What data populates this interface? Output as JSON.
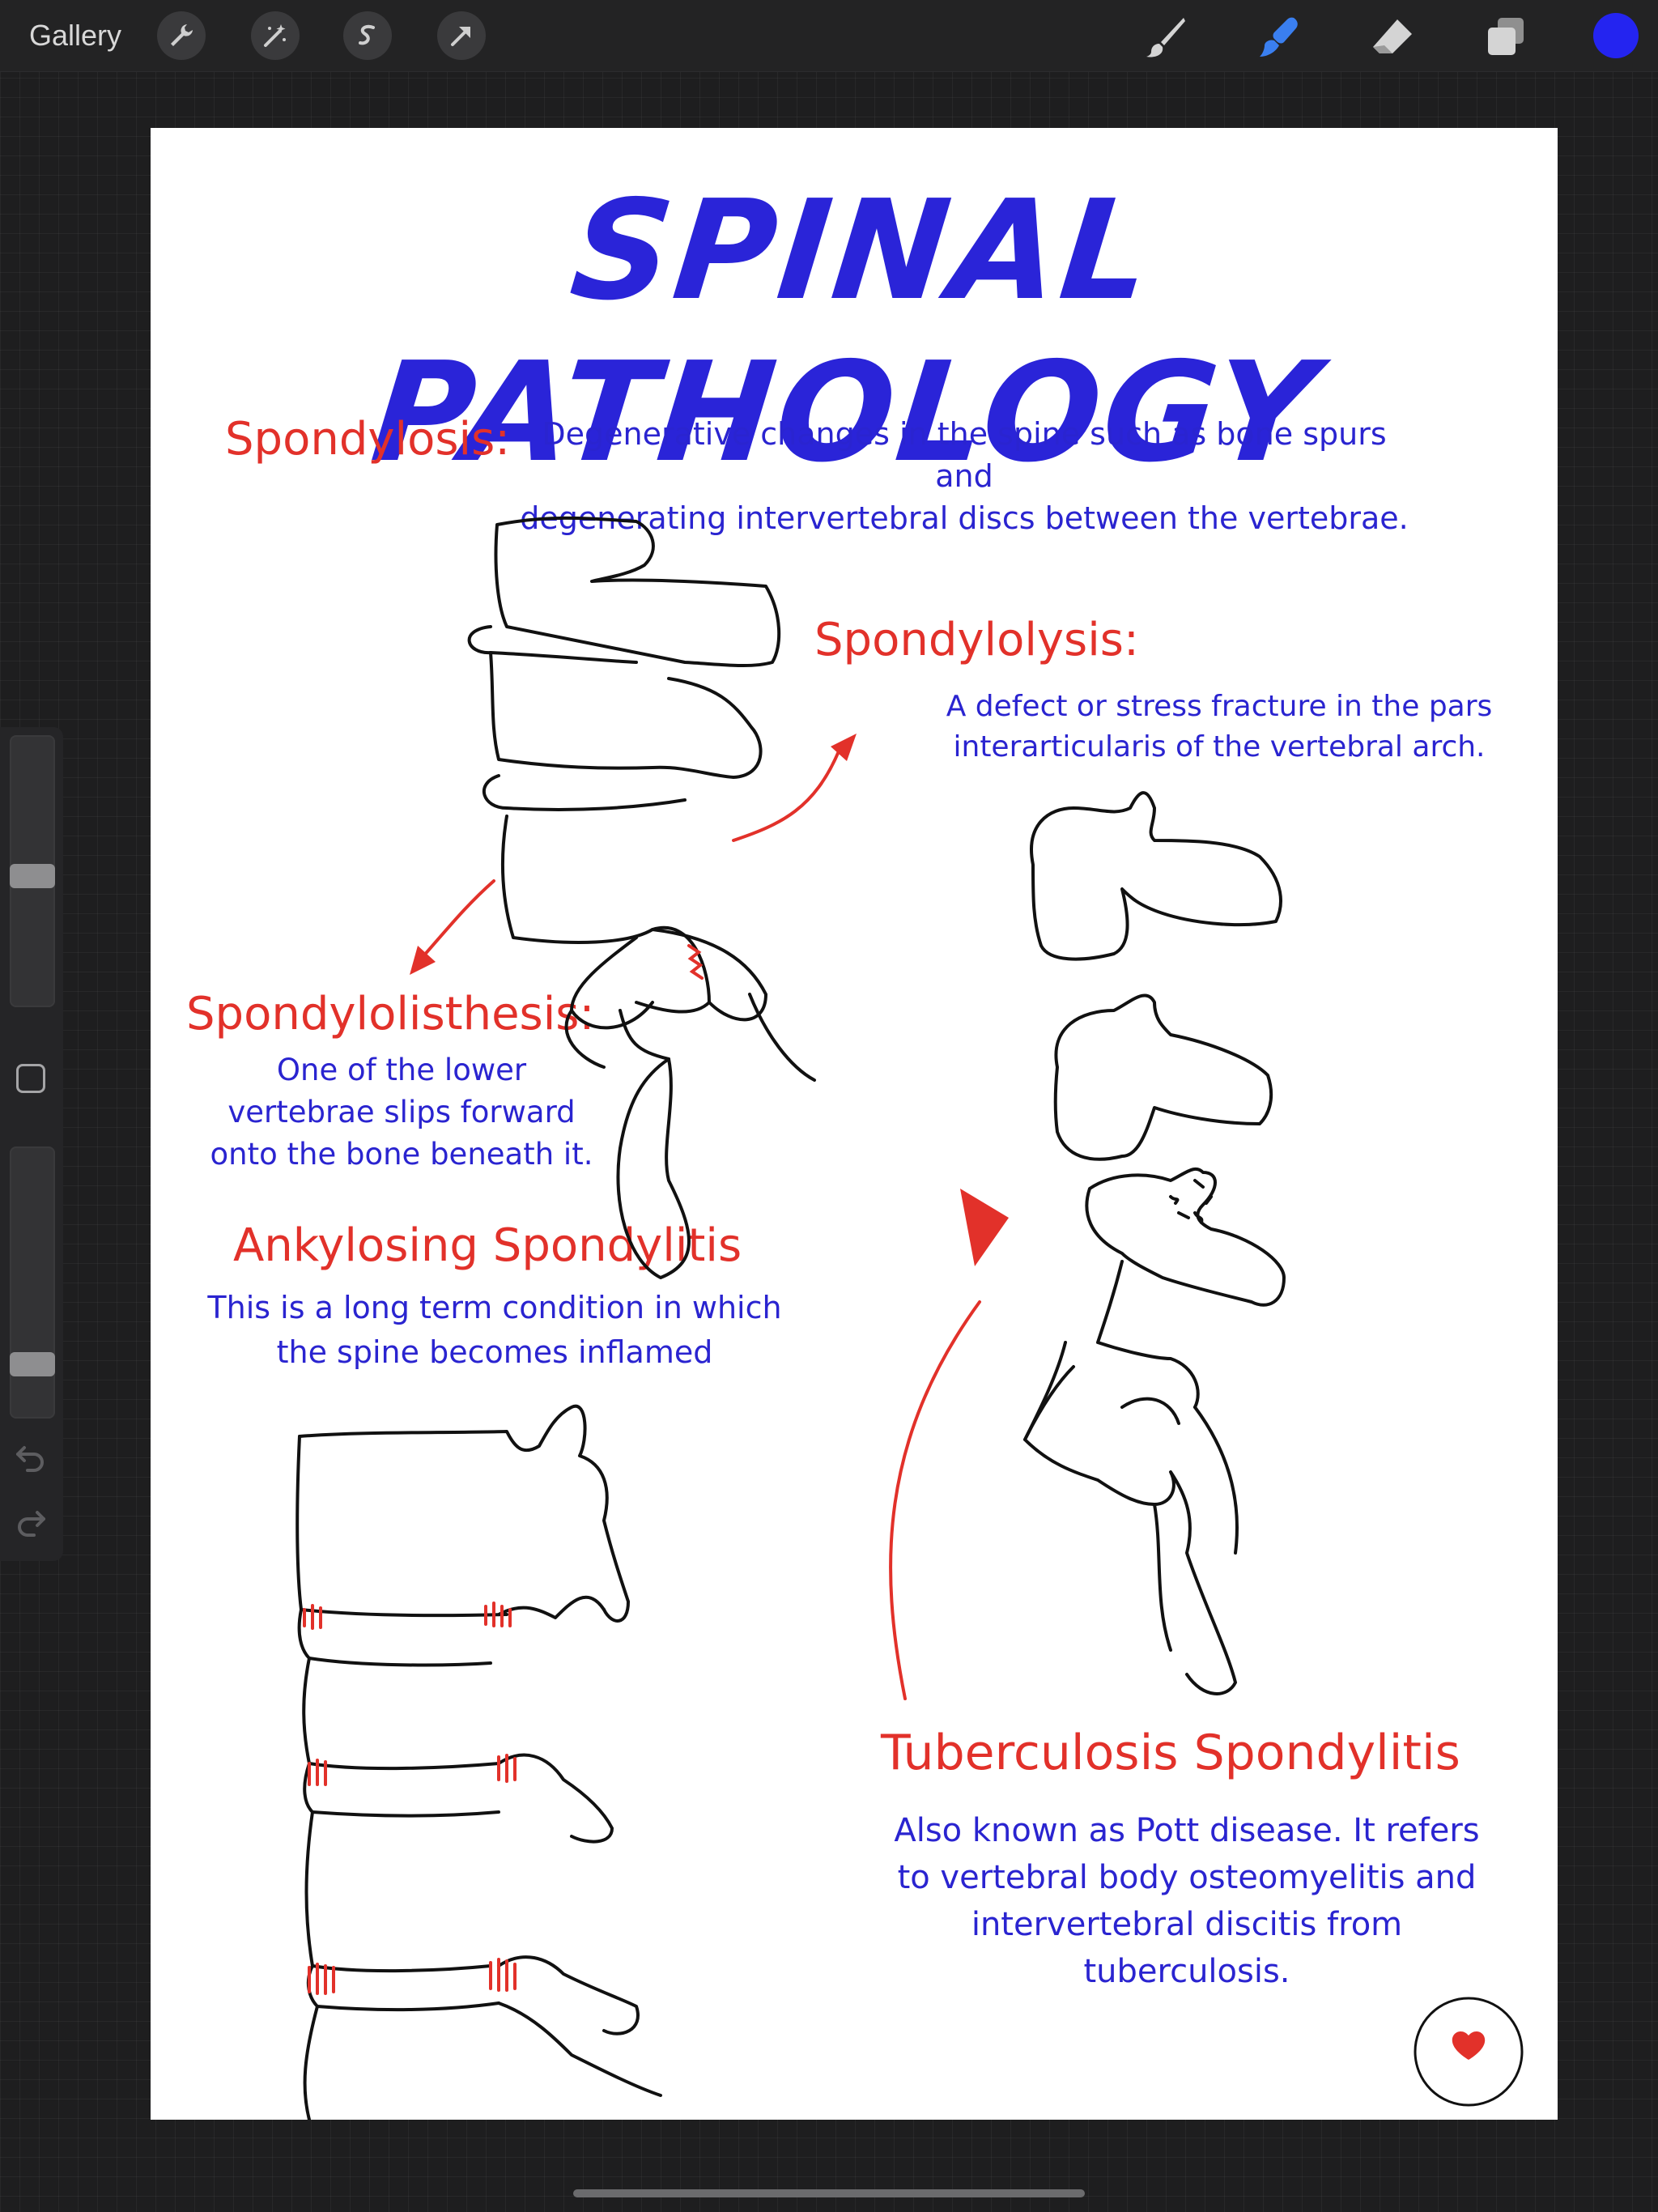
{
  "toolbar": {
    "gallery_label": "Gallery",
    "tools_left": [
      "wrench-icon",
      "magic-wand-icon",
      "selection-icon",
      "transform-arrow-icon"
    ],
    "tools_right": [
      "brush-icon",
      "smudge-icon",
      "eraser-icon",
      "layers-icon"
    ],
    "active_color": "#2424f0"
  },
  "sidebar": {
    "brush_size_level": 0.52,
    "opacity_level": 0.83
  },
  "canvas": {
    "title": "SPINAL PATHOLOGY",
    "sections": {
      "spondylosis": {
        "heading": "Spondylosis:",
        "text": "Degenerative changes in the spine such as bone spurs and\ndegenerating intervertebral discs between the vertebrae."
      },
      "spondylolysis": {
        "heading": "Spondylolysis:",
        "text": "A defect or stress fracture in the pars\ninterarticularis of the vertebral arch."
      },
      "spondylolisthesis": {
        "heading": "Spondylolisthesis:",
        "text": "One of the lower\nvertebrae slips forward\nonto the bone beneath it."
      },
      "ankylosing": {
        "heading": "Ankylosing Spondylitis",
        "text": "This is a long term condition in which\nthe spine becomes inflamed"
      },
      "tuberculosis": {
        "heading": "Tuberculosis Spondylitis",
        "text": "Also known as Pott disease. It refers\nto vertebral body osteomyelitis and\nintervertebral discitis from\ntuberculosis."
      }
    },
    "colors": {
      "heading": "#e2312a",
      "body": "#2a24d0",
      "title": "#2a24d8"
    }
  }
}
